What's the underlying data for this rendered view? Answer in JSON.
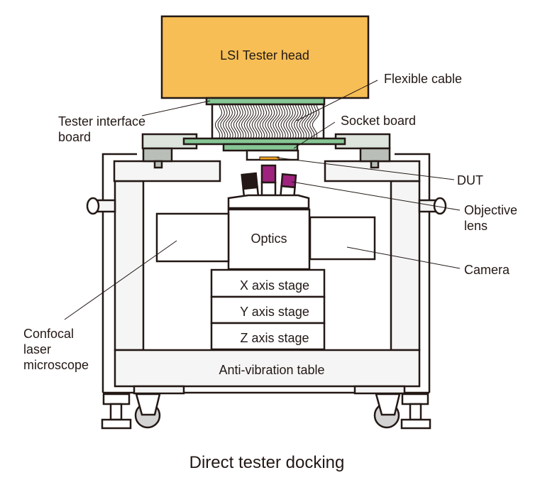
{
  "title": "Direct tester docking",
  "colors": {
    "tester_head": "#F6BE55",
    "board_green": "#86C695",
    "frame_light": "#F5F5F5",
    "clamp_light": "#DCE4DC",
    "clamp_dark": "#B9BFB8",
    "dut_orange": "#F0A020",
    "lens_magenta": "#A0227F",
    "lens_black": "#231815",
    "wheel_gray": "#D3D3D3",
    "outline": "#231815"
  },
  "components": {
    "tester_head": "LSI Tester head",
    "optics": "Optics",
    "x_stage": "X axis stage",
    "y_stage": "Y axis stage",
    "z_stage": "Z axis stage",
    "table": "Anti-vibration table"
  },
  "callouts": {
    "flexible_cable": "Flexible cable",
    "tester_interface_board": [
      "Tester interface",
      "board"
    ],
    "socket_board": "Socket board",
    "dut": "DUT",
    "objective_lens": [
      "Objective",
      "lens"
    ],
    "camera": "Camera",
    "confocal": [
      "Confocal",
      "laser",
      "microscope"
    ]
  }
}
